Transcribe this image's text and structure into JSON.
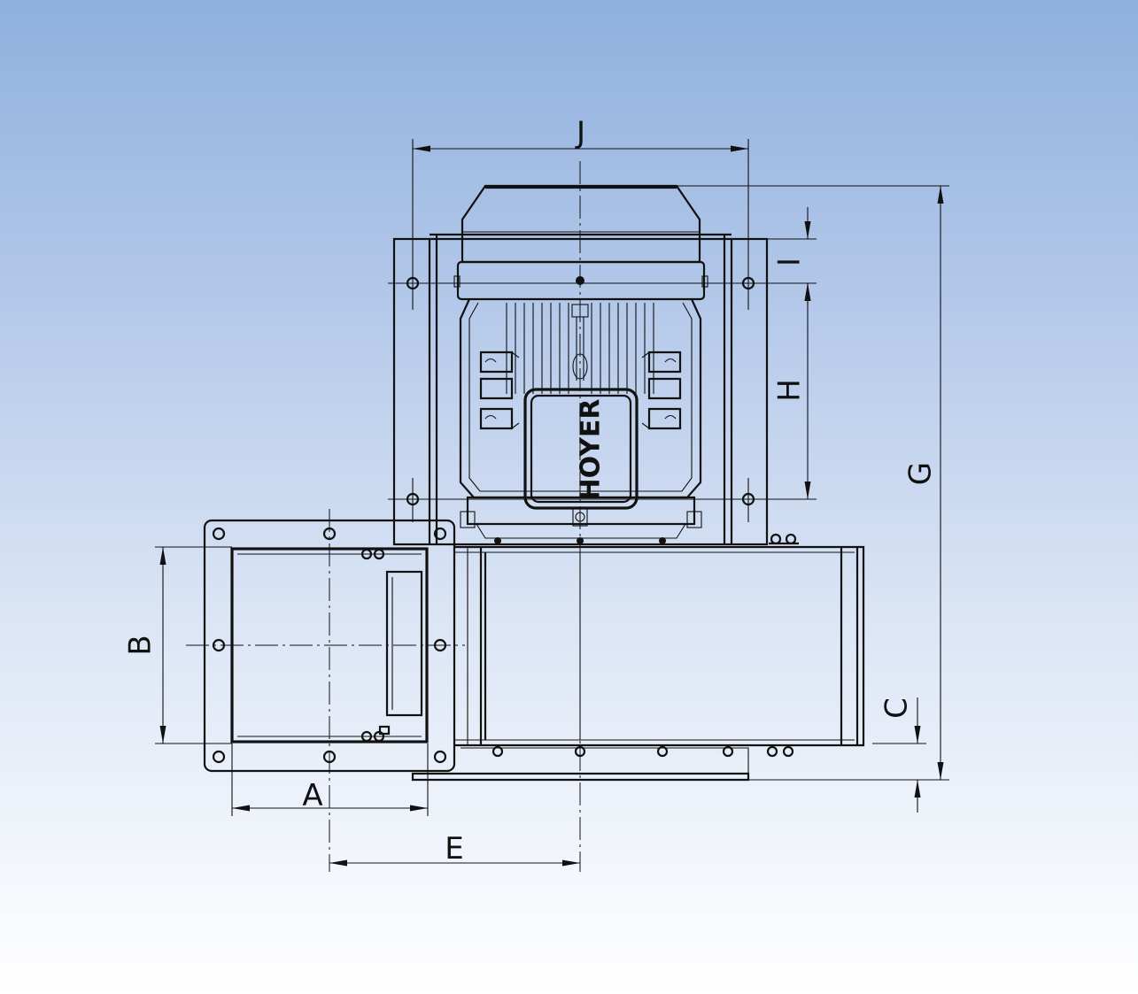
{
  "drawing": {
    "brand_label": "HOYER",
    "dimensions": {
      "A": "A",
      "B": "B",
      "C": "C",
      "E": "E",
      "G": "G",
      "H": "H",
      "I": "I",
      "J": "J"
    }
  },
  "colors": {
    "background_top": "#8fb0de",
    "background_bottom": "#ffffff",
    "line": "#111111"
  }
}
